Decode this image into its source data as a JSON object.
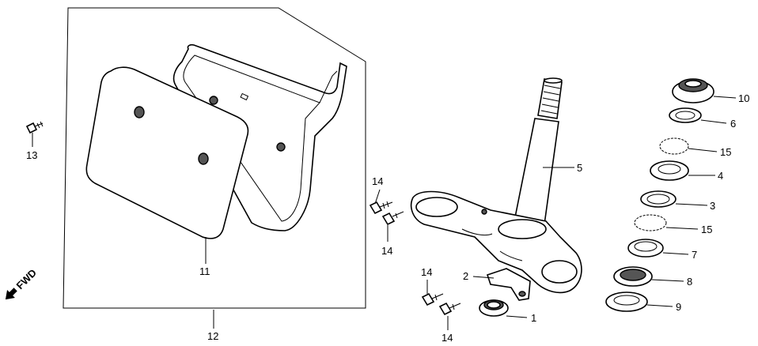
{
  "direction_label": "FWD",
  "callouts": {
    "c1": "1",
    "c2": "2",
    "c3": "3",
    "c4": "4",
    "c5": "5",
    "c6": "6",
    "c7": "7",
    "c8": "8",
    "c9": "9",
    "c10": "10",
    "c11": "11",
    "c12": "12",
    "c13": "13",
    "c14a": "14",
    "c14b": "14",
    "c14c": "14",
    "c14d": "14",
    "c15a": "15",
    "c15b": "15"
  }
}
